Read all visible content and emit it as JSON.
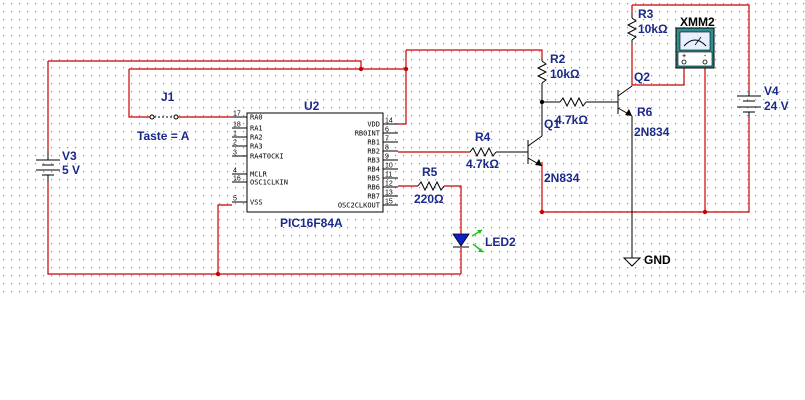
{
  "colors": {
    "wire": "#cc0000",
    "label": "#1a2a8c",
    "component": "#000000",
    "grid_dot": "#8a8a8a",
    "led_body": "#1020c8",
    "led_glow": "#18c818",
    "meter_face": "#e6f0ff",
    "meter_body": "#2f8f8f"
  },
  "components": {
    "v3": {
      "ref": "V3",
      "value": "5 V"
    },
    "v4": {
      "ref": "V4",
      "value": "24 V"
    },
    "j1": {
      "ref": "J1",
      "value": "Taste = A"
    },
    "u2": {
      "ref": "U2",
      "part": "PIC16F84A",
      "left_pins": [
        {
          "num": "17",
          "name": "RA0"
        },
        {
          "num": "18",
          "name": "RA1"
        },
        {
          "num": "1",
          "name": "RA2"
        },
        {
          "num": "2",
          "name": "RA3"
        },
        {
          "num": "3",
          "name": "RA4T0CKI"
        },
        {
          "num": "4",
          "name": "MCLR"
        },
        {
          "num": "16",
          "name": "OSC1CLKIN"
        },
        {
          "num": "5",
          "name": "VSS"
        }
      ],
      "right_pins": [
        {
          "num": "14",
          "name": "VDD"
        },
        {
          "num": "6",
          "name": "RB0INT"
        },
        {
          "num": "7",
          "name": "RB1"
        },
        {
          "num": "8",
          "name": "RB2"
        },
        {
          "num": "9",
          "name": "RB3"
        },
        {
          "num": "10",
          "name": "RB4"
        },
        {
          "num": "11",
          "name": "RB5"
        },
        {
          "num": "12",
          "name": "RB6"
        },
        {
          "num": "13",
          "name": "RB7"
        },
        {
          "num": "15",
          "name": "OSC2CLKOUT"
        }
      ]
    },
    "r2": {
      "ref": "R2",
      "value": "10kΩ"
    },
    "r3": {
      "ref": "R3",
      "value": "10kΩ"
    },
    "r4": {
      "ref": "R4",
      "value": "4.7kΩ"
    },
    "r5": {
      "ref": "R5",
      "value": "220Ω"
    },
    "r6": {
      "ref": "R6",
      "value": "4.7kΩ"
    },
    "q1": {
      "ref": "Q1",
      "value": "2N834"
    },
    "q2": {
      "ref": "Q2",
      "value": "2N834"
    },
    "led2": {
      "ref": "LED2"
    },
    "xmm2": {
      "ref": "XMM2",
      "plus": "+",
      "minus": "-"
    },
    "gnd": {
      "ref": "GND"
    }
  }
}
